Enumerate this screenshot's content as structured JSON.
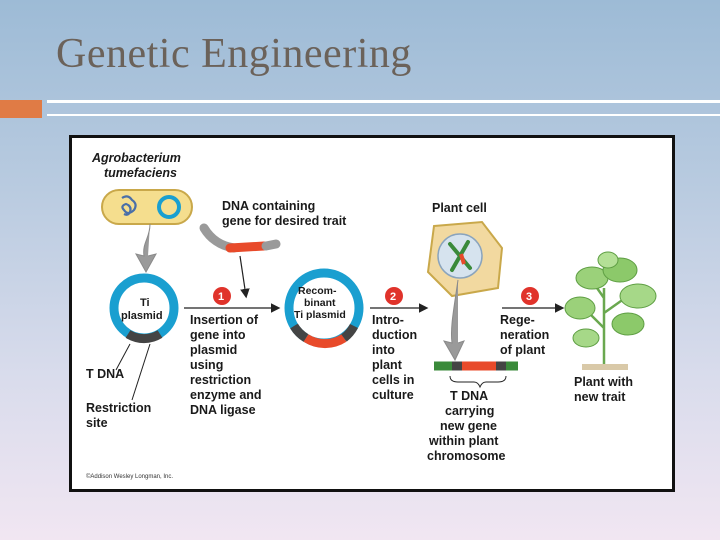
{
  "slide": {
    "title": "Genetic Engineering"
  },
  "diagram": {
    "labels": {
      "agrobacterium_line1": "Agrobacterium",
      "agrobacterium_line2": "tumefaciens",
      "dna_line1": "DNA containing",
      "dna_line2": "gene for desired trait",
      "plant_cell": "Plant cell",
      "ti_line1": "Ti",
      "ti_line2": "plasmid",
      "recomb_line1": "Recom-",
      "recomb_line2": "binant",
      "recomb_line3": "Ti plasmid",
      "tdna": "T DNA",
      "restriction_line1": "Restriction",
      "restriction_line2": "site",
      "plant_new_line1": "Plant with",
      "plant_new_line2": "new trait",
      "copyright": "©Addison Wesley Longman, Inc."
    },
    "steps": [
      {
        "number": "1",
        "lines": [
          "Insertion of",
          "gene into",
          "plasmid",
          "using",
          "restriction",
          "enzyme and",
          "DNA ligase"
        ]
      },
      {
        "number": "2",
        "lines": [
          "Intro-",
          "duction",
          "into",
          "plant",
          "cells in",
          "culture"
        ]
      },
      {
        "number": "3",
        "lines": [
          "Rege-",
          "neration",
          "of plant"
        ]
      }
    ],
    "tdna_caption": [
      "T DNA",
      "carrying",
      "new gene",
      "within plant",
      "chromosome"
    ],
    "colors": {
      "plasmid": "#1a9fd0",
      "insert": "#e84a2a",
      "step_circle": "#e0332b",
      "arrow": "#999999",
      "cell": "#f2d9a0",
      "plant": "#8cc96a"
    }
  }
}
